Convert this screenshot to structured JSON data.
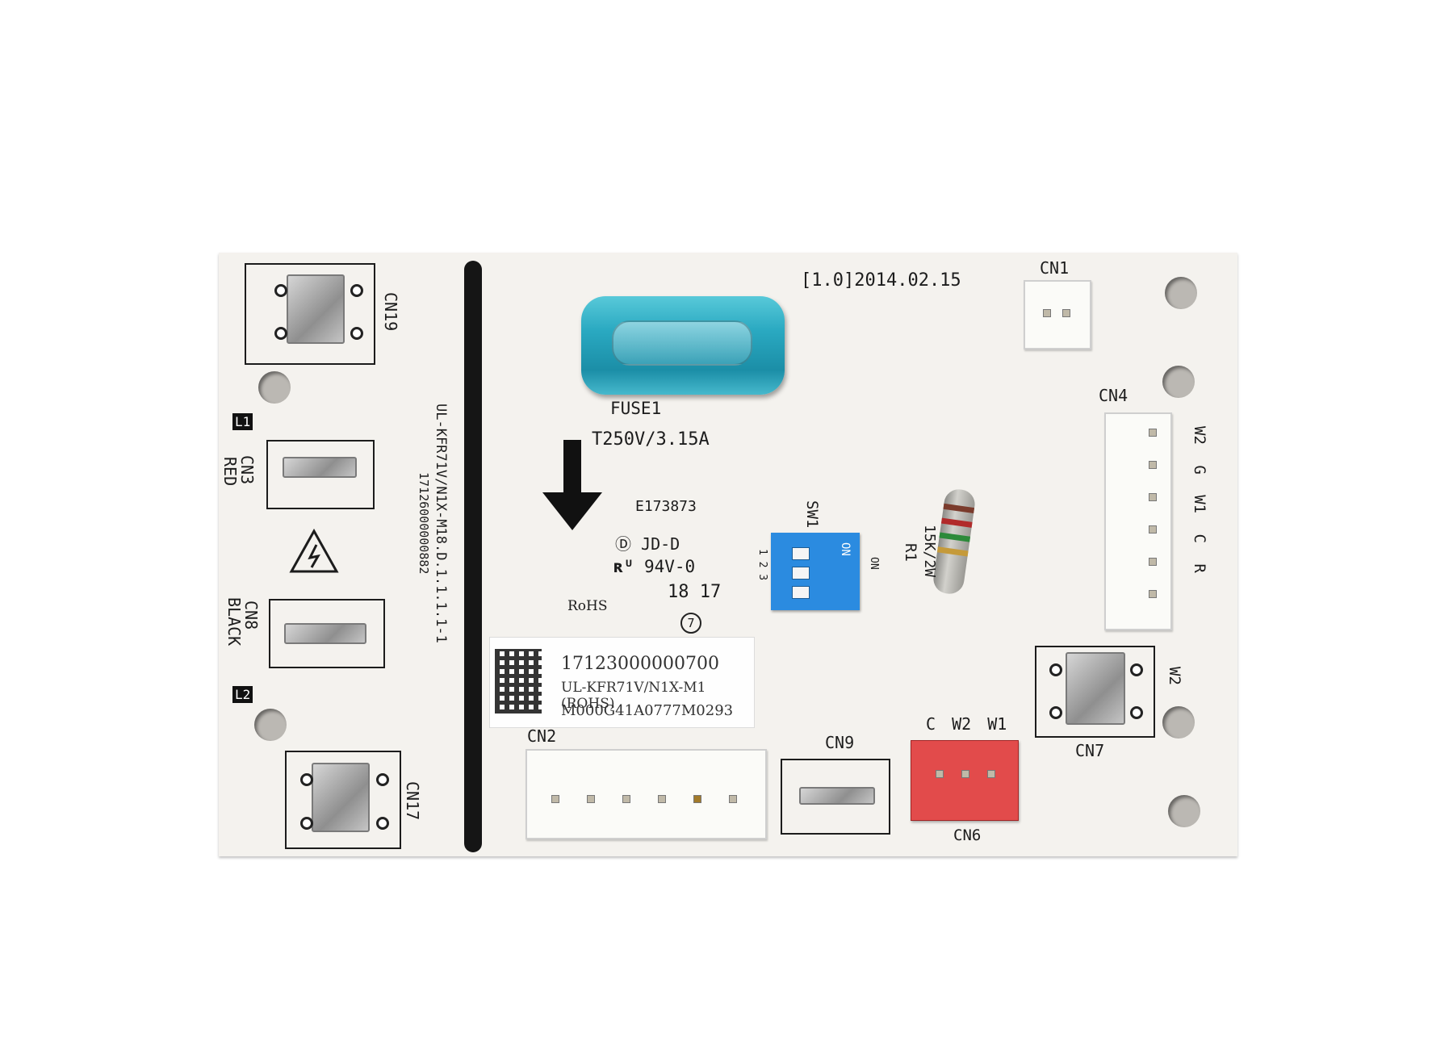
{
  "board": {
    "date_code": "[1.0]2014.02.15",
    "left_vertical_text": "UL-KFR71V/N1X-M18.D.1.1.1.1-1",
    "left_vertical_text2": "17126000000882",
    "fuse_label": "FUSE1",
    "fuse_rating": "T250V/3.15A",
    "cert_code": "E173873",
    "maker_mark": "JD-D",
    "flammability": "94V-0",
    "week_code": "18 17",
    "rohs_text": "RoHS",
    "circle_mark": "7",
    "sw_label": "SW1",
    "sw_on": "ON",
    "sw_numbers": "1 2 3",
    "resistor_label": "R1",
    "resistor_value": "15K/2W",
    "connectors": {
      "cn1": "CN1",
      "cn2": "CN2",
      "cn3": "CN3",
      "cn3_color": "RED",
      "cn4": "CN4",
      "cn4_pins": "W2 G W1 C R",
      "cn6": "CN6",
      "cn6_pins": "C W2 W1",
      "cn7": "CN7",
      "cn7_pin": "W2",
      "cn8": "CN8",
      "cn8_color": "BLACK",
      "cn9": "CN9",
      "cn17": "CN17",
      "cn19": "CN19",
      "l1": "L1",
      "l2": "L2"
    }
  },
  "sticker": {
    "line1": "17123000000700",
    "line2": "UL-KFR71V/N1X-M1  (ROHS)",
    "line3": "M000G41A0777M0293"
  },
  "colors": {
    "board": "#f4f2ee",
    "fuse": "#2aa9c1",
    "dip_switch": "#2b8be0",
    "cn6_connector": "#e24b4b",
    "divider": "#151515"
  }
}
